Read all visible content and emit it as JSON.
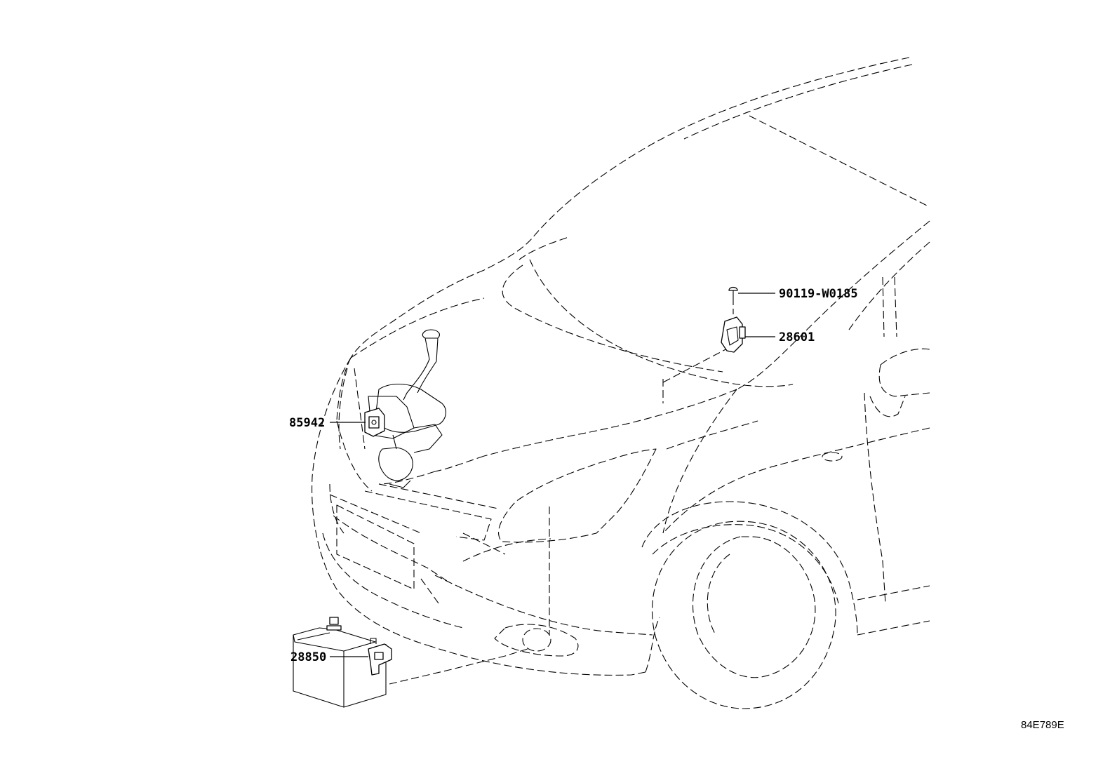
{
  "diagram": {
    "part_numbers": {
      "bolt": "90119-W0185",
      "sensor_upper": "28601",
      "horn_bracket": "85942",
      "battery_sensor": "28850"
    },
    "illustration_code": "84E789E"
  }
}
